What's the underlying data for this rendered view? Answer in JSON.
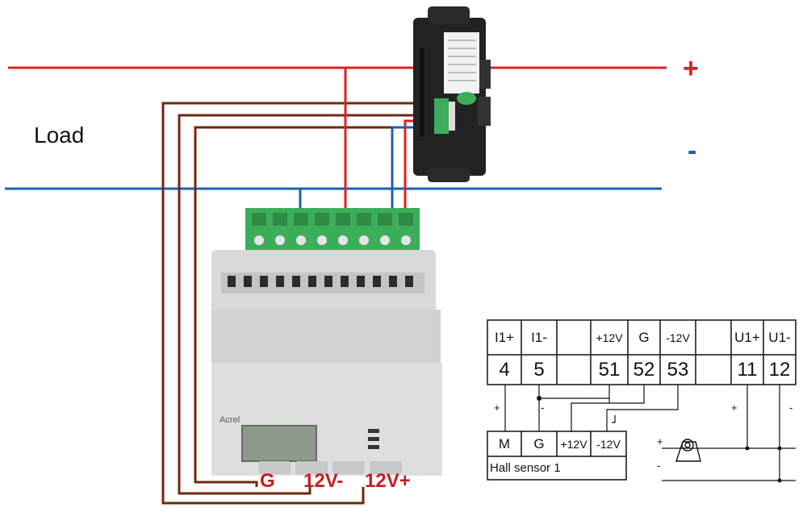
{
  "labels": {
    "load": "Load",
    "positive": "+",
    "negative": "-",
    "terminal_g": "G",
    "terminal_12v_minus": "12V-",
    "terminal_12v_plus": "12V+"
  },
  "terminal_table": {
    "headers": [
      "I1+",
      "I1-",
      "",
      "+12V",
      "G",
      "-12V",
      "",
      "U1+",
      "U1-"
    ],
    "numbers": [
      "4",
      "5",
      "",
      "51",
      "52",
      "53",
      "",
      "11",
      "12"
    ]
  },
  "hall_sensor": {
    "pins": [
      "M",
      "G",
      "+12V",
      "-12V"
    ],
    "name": "Hall sensor  1"
  },
  "signal_marks": {
    "i_plus": "+",
    "i_minus": "-",
    "u_plus": "+",
    "u_minus": "-",
    "sensor_plus": "+",
    "sensor_minus": "-"
  },
  "device_text": {
    "brand": "Acrel"
  },
  "colors": {
    "positive_wire": "#e02020",
    "negative_wire": "#1f5fb4",
    "signal_wire": "#6b2a10",
    "terminal_green": "#3cae5a",
    "sensor_body": "#222222",
    "meter_body": "#d9d9d9"
  }
}
